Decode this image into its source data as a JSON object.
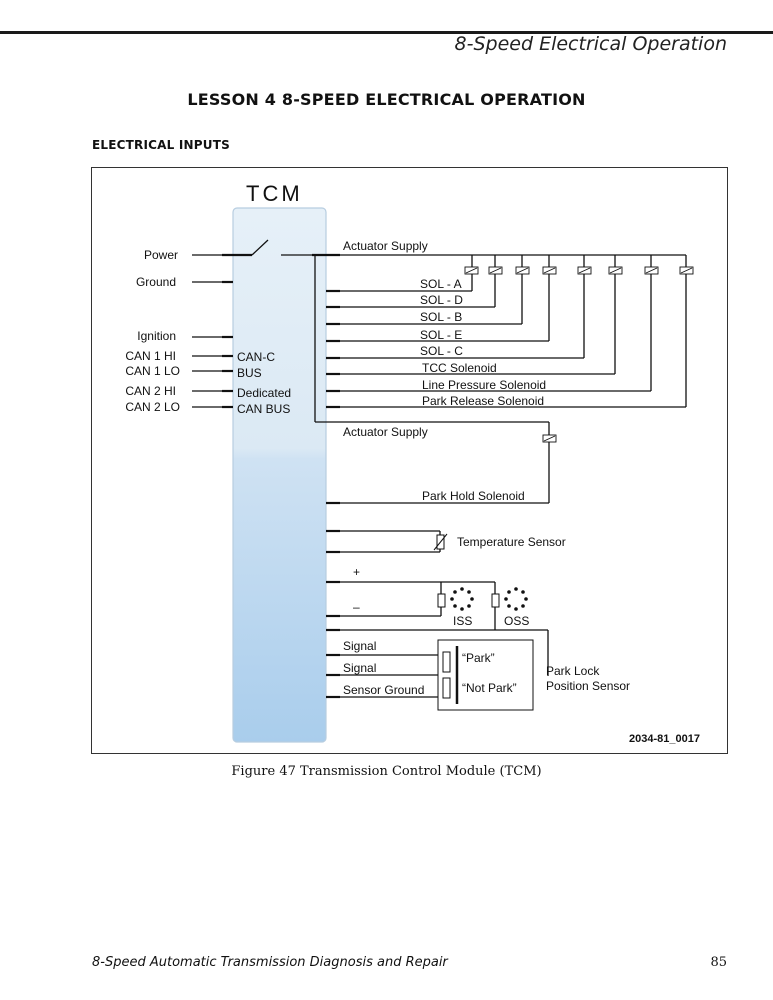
{
  "header": {
    "title": "8-Speed Electrical Operation"
  },
  "lesson_title": "LESSON 4  8-SPEED ELECTRICAL OPERATION",
  "section_title": "ELECTRICAL INPUTS",
  "diagram": {
    "module_label": "TCM",
    "inputs": {
      "power": "Power",
      "ground": "Ground",
      "ignition": "Ignition",
      "can1_hi": "CAN 1 HI",
      "can1_lo": "CAN 1 LO",
      "can2_hi": "CAN 2 HI",
      "can2_lo": "CAN 2 LO"
    },
    "bus_labels": {
      "canc_line1": "CAN-C",
      "canc_line2": "BUS",
      "ded_line1": "Dedicated",
      "ded_line2": "CAN BUS"
    },
    "actuator_supply_1": "Actuator Supply",
    "actuator_supply_2": "Actuator Supply",
    "solenoids": [
      "SOL - A",
      "SOL - D",
      "SOL - B",
      "SOL - E",
      "SOL - C",
      "TCC Solenoid",
      "Line Pressure Solenoid",
      "Park Release Solenoid"
    ],
    "park_hold": "Park Hold Solenoid",
    "temperature_sensor": "Temperature Sensor",
    "plus": "+",
    "minus": "–",
    "iss": "ISS",
    "oss": "OSS",
    "signal_1": "Signal",
    "signal_2": "Signal",
    "sensor_ground": "Sensor Ground",
    "park": "“Park”",
    "not_park": "“Not Park”",
    "park_lock_line1": "Park Lock",
    "park_lock_line2": "Position Sensor",
    "figure_id": "2034-81_0017"
  },
  "caption": "Figure 47  Transmission Control Module (TCM)",
  "footer": {
    "book_title": "8-Speed Automatic Transmission Diagnosis and Repair",
    "page_number": "85"
  }
}
